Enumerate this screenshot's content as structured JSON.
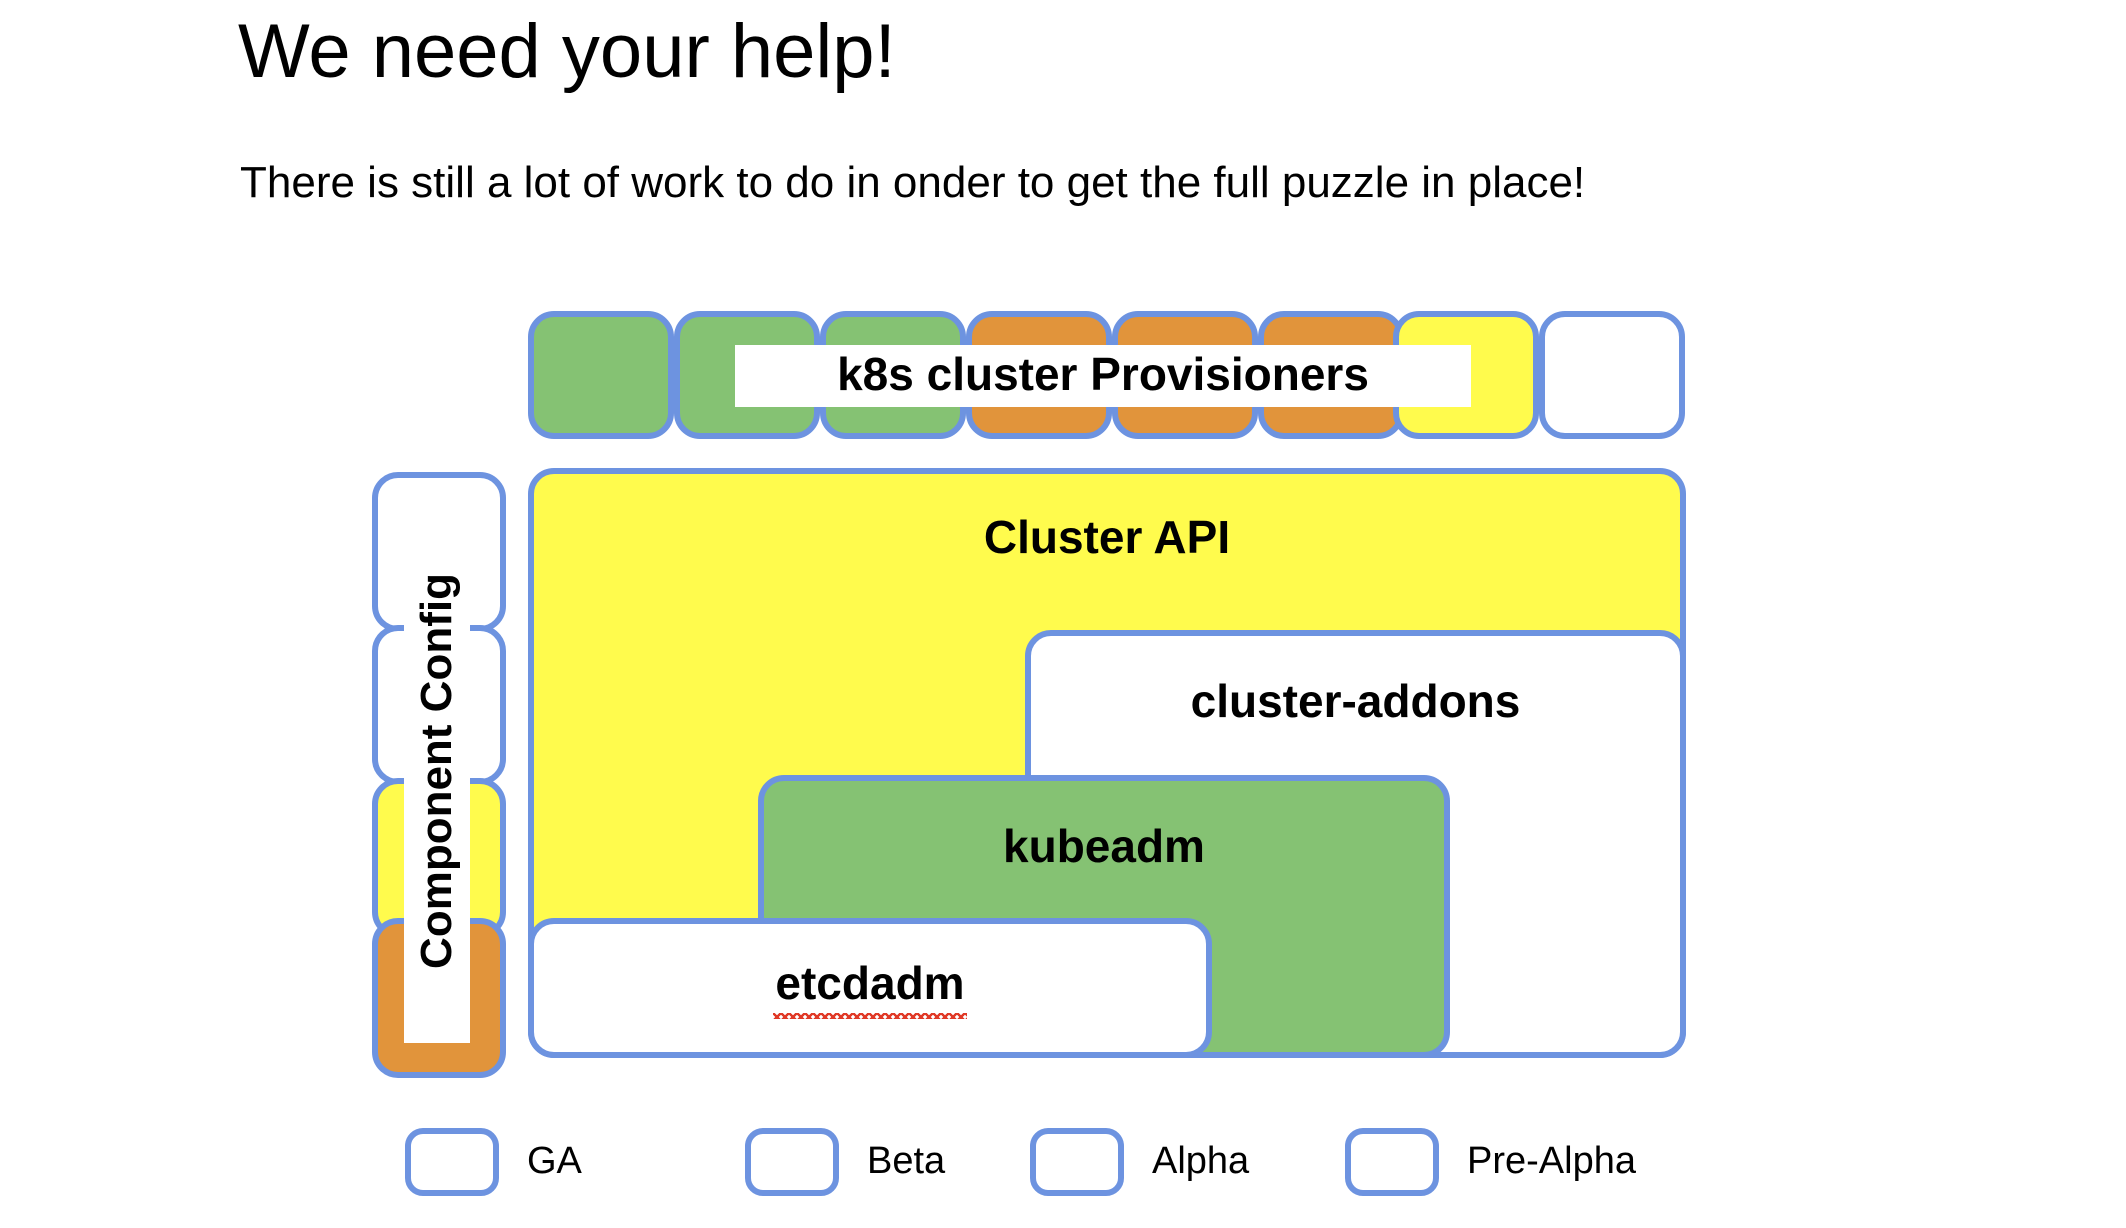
{
  "slide": {
    "title": "We need your help!",
    "subtitle": "There is still a lot of work to do in onder to get the full puzzle in place!"
  },
  "colors": {
    "ga": "#85c273",
    "beta": "#e1943b",
    "alpha": "#fffb4d",
    "pre_alpha": "#ffffff",
    "border": "#6d93e0",
    "spellcheck": "#e03a28",
    "text": "#000000",
    "background": "#ffffff"
  },
  "provisioner_row": {
    "band_label": "k8s cluster Provisioners",
    "cells": [
      {
        "maturity": "GA",
        "fill": "ga"
      },
      {
        "maturity": "GA",
        "fill": "ga"
      },
      {
        "maturity": "GA",
        "fill": "ga"
      },
      {
        "maturity": "Beta",
        "fill": "beta"
      },
      {
        "maturity": "Beta",
        "fill": "beta"
      },
      {
        "maturity": "Beta",
        "fill": "beta"
      },
      {
        "maturity": "Alpha",
        "fill": "alpha"
      },
      {
        "maturity": "Pre-Alpha",
        "fill": "prealpha"
      }
    ]
  },
  "component_config": {
    "band_label": "Component Config",
    "cells": [
      {
        "maturity": "Pre-Alpha",
        "fill": "prealpha"
      },
      {
        "maturity": "Pre-Alpha",
        "fill": "prealpha"
      },
      {
        "maturity": "Alpha",
        "fill": "alpha"
      },
      {
        "maturity": "Beta",
        "fill": "beta"
      }
    ]
  },
  "stack": {
    "cluster_api": {
      "label": "Cluster API",
      "maturity": "Alpha",
      "fill": "alpha"
    },
    "cluster_addons": {
      "label": "cluster-addons",
      "maturity": "Pre-Alpha",
      "fill": "prealpha"
    },
    "kubeadm": {
      "label": "kubeadm",
      "maturity": "GA",
      "fill": "ga"
    },
    "etcdadm": {
      "label": "etcdadm",
      "maturity": "Pre-Alpha",
      "fill": "prealpha",
      "spellchecked": true
    }
  },
  "legend": {
    "items": [
      {
        "label": "GA",
        "fill": "ga"
      },
      {
        "label": "Beta",
        "fill": "beta"
      },
      {
        "label": "Alpha",
        "fill": "alpha"
      },
      {
        "label": "Pre-Alpha",
        "fill": "prealpha"
      }
    ]
  }
}
